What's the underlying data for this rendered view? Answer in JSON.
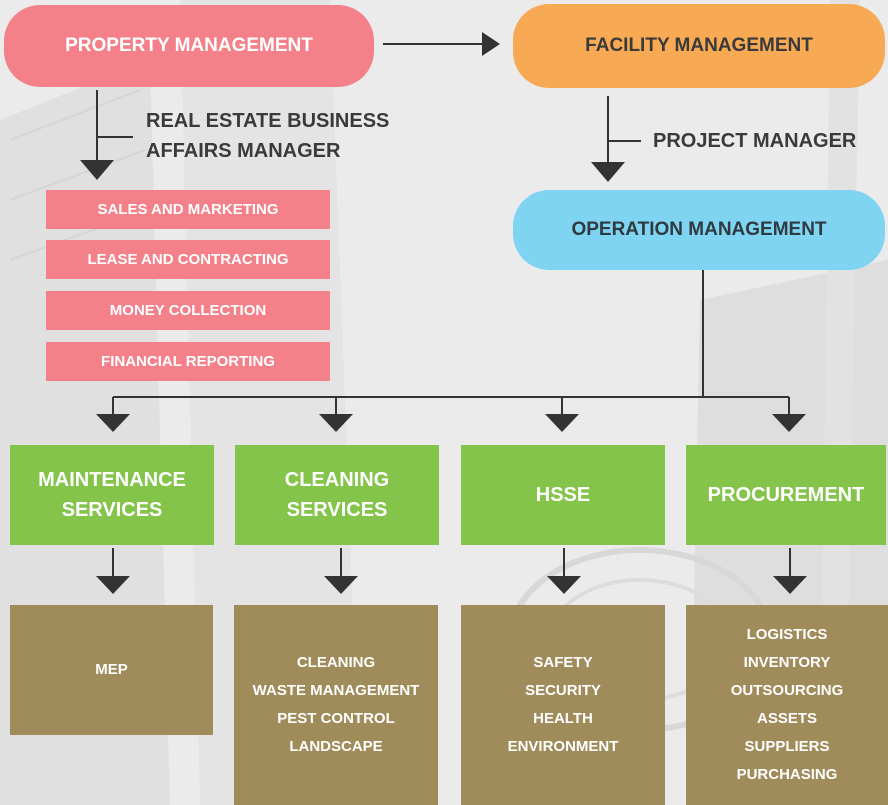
{
  "top": {
    "property_management": "PROPERTY MANAGEMENT",
    "facility_management": "FACILITY MANAGEMENT",
    "operation_management": "OPERATION MANAGEMENT"
  },
  "roles": {
    "real_estate_line1": "REAL ESTATE BUSINESS",
    "real_estate_line2": "AFFAIRS MANAGER",
    "project_manager": "PROJECT MANAGER"
  },
  "property_functions": [
    "SALES AND MARKETING",
    "LEASE AND CONTRACTING",
    "MONEY COLLECTION",
    "FINANCIAL REPORTING"
  ],
  "services": [
    {
      "line1": "MAINTENANCE",
      "line2": "SERVICES",
      "items": [
        "MEP"
      ]
    },
    {
      "line1": "CLEANING",
      "line2": "SERVICES",
      "items": [
        "CLEANING",
        "WASTE MANAGEMENT",
        "PEST CONTROL",
        "LANDSCAPE"
      ]
    },
    {
      "line1": "HSSE",
      "line2": "",
      "items": [
        "SAFETY",
        "SECURITY",
        "HEALTH",
        "ENVIRONMENT"
      ]
    },
    {
      "line1": "PROCUREMENT",
      "line2": "",
      "items": [
        "LOGISTICS",
        "INVENTORY",
        "OUTSOURCING",
        "ASSETS",
        "SUPPLIERS",
        "PURCHASING"
      ]
    }
  ],
  "colors": {
    "property": "#f4808a",
    "facility": "#f8a954",
    "operation": "#7fd4f2",
    "service": "#84c44a",
    "detail": "#a08b5a",
    "arrow": "#333333"
  }
}
